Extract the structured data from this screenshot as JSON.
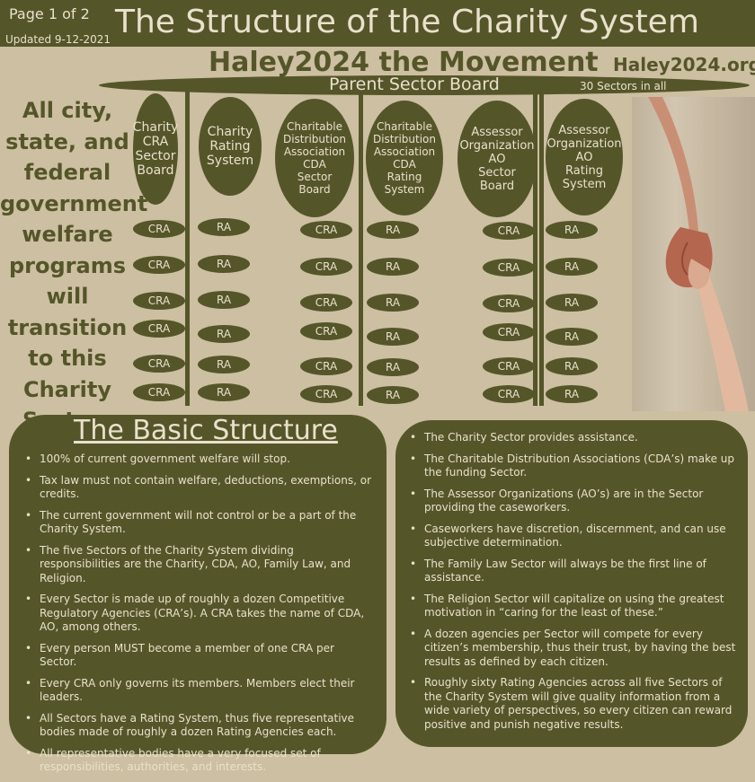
{
  "header": {
    "page": "Page 1 of 2",
    "updated": "Updated 9-12-2021",
    "title": "The Structure of the Charity System",
    "movement": "Haley2024 the Movement",
    "site": "Haley2024.org",
    "parent_board": "Parent Sector Board",
    "sectors_all": "30 Sectors in all"
  },
  "left_text": "All city, state, and federal government welfare programs will transition to this Charity System",
  "boards": [
    {
      "label": "Charity\nCRA\nSector\nBoard"
    },
    {
      "label": "Charity\nRating\nSystem"
    },
    {
      "label": "Charitable\nDistribution\nAssociation\nCDA\nSector\nBoard"
    },
    {
      "label": "Charitable\nDistribution\nAssociation\nCDA\nRating\nSystem"
    },
    {
      "label": "Assessor\nOrganization\nAO\nSector\nBoard"
    },
    {
      "label": "Assessor\nOrganization\nAO\nRating\nSystem"
    }
  ],
  "pills": {
    "cra": "CRA",
    "ra": "RA"
  },
  "basic_title": "The Basic Structure",
  "left_bullets": [
    "100% of current government welfare will stop.",
    "Tax law must not contain welfare, deductions, exemptions, or credits.",
    "The current government will not control or be a part of the Charity System.",
    "The five Sectors of the Charity System dividing responsibilities are the Charity, CDA, AO, Family Law, and Religion.",
    "Every Sector is made up of roughly a dozen Competitive Regulatory Agencies (CRA’s).  A CRA takes the name of CDA, AO, among others.",
    "Every person MUST become a member of one CRA per Sector.",
    "Every CRA only governs its members.  Members elect their leaders.",
    "All Sectors have a Rating System, thus five representative bodies made of roughly a dozen Rating Agencies each.",
    "All representative bodies have a very focused set of responsibilities, authorities, and interests."
  ],
  "right_bullets": [
    "The Charity Sector provides assistance.",
    "The Charitable Distribution Associations (CDA’s) make up the funding Sector.",
    "The Assessor Organizations (AO’s) are in the Sector providing the caseworkers.",
    "Caseworkers have discretion, discernment, and can use subjective determination.",
    "The Family Law Sector will always be the first line of assistance.",
    "The Religion Sector will capitalize on using the greatest motivation in “caring for the least of these.”",
    "A dozen agencies per Sector will compete for every citizen’s membership, thus their trust, by having the best results as defined by each citizen.",
    "Roughly sixty Rating Agencies across all five Sectors of the Charity System will give quality information from a wide variety of perspectives, so every citizen can reward positive and punish negative results."
  ]
}
